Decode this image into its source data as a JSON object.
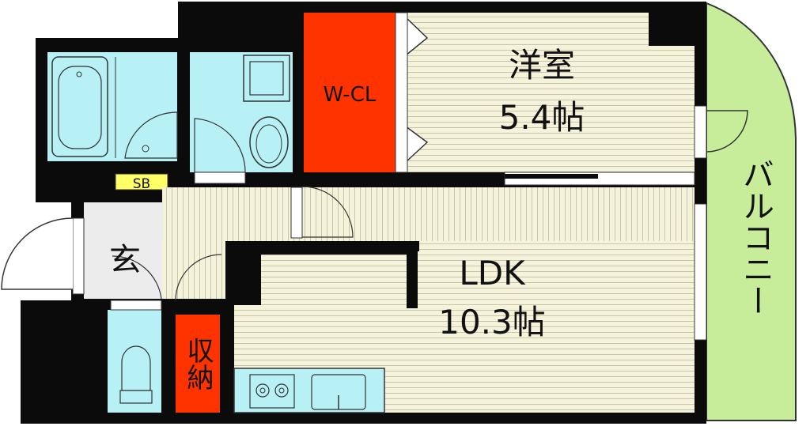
{
  "rooms": {
    "western_room": {
      "name": "洋室",
      "size": "5.4帖"
    },
    "walk_in_closet": {
      "name": "W-CL"
    },
    "ldk": {
      "name": "LDK",
      "size": "10.3帖"
    },
    "balcony": {
      "name": "バルコニー"
    },
    "entrance": {
      "name": "玄"
    },
    "storage": {
      "name": "収納"
    },
    "shoe_box": {
      "name": "SB"
    }
  },
  "colors": {
    "wall": "#0b0b0b",
    "floor": "#f5f3dc",
    "floor_lines": "#c9c6a8",
    "wet_area": "#b7f0f5",
    "closet_red": "#ff3300",
    "balcony_green": "#c7ed9a",
    "shoe_box_yellow": "#ffff66",
    "entrance_gray": "#ececec"
  }
}
